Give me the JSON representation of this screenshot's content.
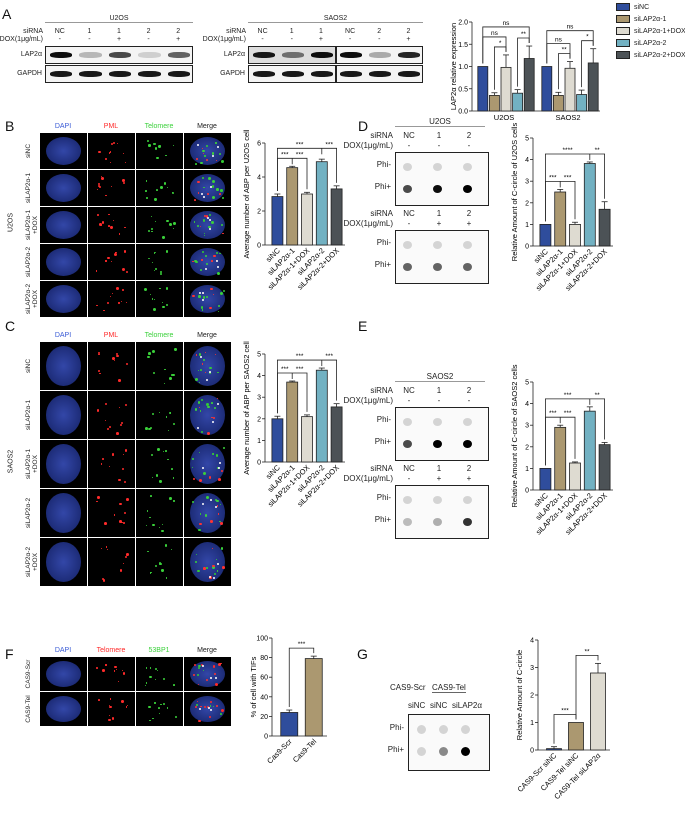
{
  "panels": {
    "A": "A",
    "B": "B",
    "C": "C",
    "D": "D",
    "E": "E",
    "F": "F",
    "G": "G"
  },
  "colors": {
    "siNC": "#2f4d9c",
    "siLAP2a1": "#ab9870",
    "siLAP2a1DOX": "#dedbd1",
    "siLAP2a2": "#72b1c2",
    "siLAP2a2DOX": "#4c5256"
  },
  "panelA": {
    "u2os": {
      "title": "U2OS",
      "sirna_label": "siRNA",
      "dox_label": "DOX(1μg/mL)",
      "sirna": [
        "NC",
        "1",
        "1",
        "2",
        "2"
      ],
      "dox": [
        "-",
        "-",
        "+",
        "-",
        "+"
      ],
      "rows": [
        "LAP2α",
        "GAPDH"
      ]
    },
    "saos2": {
      "title": "SAOS2",
      "sirna_label": "siRNA",
      "dox_label": "DOX(1μg/mL)",
      "sirna": [
        "NC",
        "1",
        "1",
        "NC",
        "2",
        "2"
      ],
      "dox": [
        "-",
        "-",
        "+",
        "-",
        "-",
        "+"
      ],
      "rows": [
        "LAP2α",
        "GAPDH"
      ]
    }
  },
  "legend": [
    "siNC",
    "siLAP2α-1",
    "siLAP2α-1+DOX",
    "siLAP2α-2",
    "siLAP2α-2+DOX"
  ],
  "micro": {
    "B": {
      "cols": [
        "DAPI",
        "PML",
        "Telomere",
        "Merge"
      ],
      "rows": [
        "siNC",
        "siLAP2α-1",
        "siLAP2α-1\n+DOX",
        "siLAP2α-2",
        "siLAP2α-2\n+DOX"
      ],
      "cell_line": "U2OS"
    },
    "C": {
      "cols": [
        "DAPI",
        "PML",
        "Telomere",
        "Merge"
      ],
      "rows": [
        "siNC",
        "siLAP2α-1",
        "siLAP2α-1\n+DOX",
        "siLAP2α-2",
        "siLAP2α-2\n+DOX"
      ],
      "cell_line": "SAOS2"
    },
    "F": {
      "cols": [
        "DAPI",
        "Telomere",
        "53BP1",
        "Merge"
      ],
      "rows": [
        "CAS9-Scr",
        "CAS9-Tel"
      ]
    }
  },
  "dotblots": {
    "D": {
      "title": "U2OS",
      "sirna_label": "siRNA",
      "dox_label": "DOX(1μg/mL)",
      "top": {
        "sirna": [
          "NC",
          "1",
          "2"
        ],
        "dox": [
          "-",
          "-",
          "-"
        ]
      },
      "bottom": {
        "sirna": [
          "NC",
          "1",
          "2"
        ],
        "dox": [
          "-",
          "+",
          "+"
        ]
      },
      "rows": [
        "Phi-",
        "Phi+"
      ]
    },
    "E": {
      "title": "SAOS2",
      "sirna_label": "siRNA",
      "dox_label": "DOX(1μg/mL)",
      "top": {
        "sirna": [
          "NC",
          "1",
          "2"
        ],
        "dox": [
          "-",
          "-",
          "-"
        ]
      },
      "bottom": {
        "sirna": [
          "NC",
          "1",
          "2"
        ],
        "dox": [
          "-",
          "+",
          "+"
        ]
      },
      "rows": [
        "Phi-",
        "Phi+"
      ]
    },
    "G": {
      "group1": "CAS9-Scr",
      "group2": "CAS9-Tel",
      "lanes": [
        "siNC",
        "siNC",
        "siLAP2α"
      ],
      "rows": [
        "Phi-",
        "Phi+"
      ]
    }
  },
  "chart_data": [
    {
      "id": "A",
      "type": "bar",
      "ylabel": "LAP2α relative expression",
      "ylim": [
        0,
        2
      ],
      "ticks": [
        "0.0",
        "0.5",
        "1.0",
        "1.5",
        "2.0"
      ],
      "groups": [
        "U2OS",
        "SAOS2"
      ],
      "series_names": [
        "siNC",
        "siLAP2α-1",
        "siLAP2α-1+DOX",
        "siLAP2α-2",
        "siLAP2α-2+DOX"
      ],
      "values": [
        [
          1.0,
          0.35,
          0.98,
          0.4,
          1.18
        ],
        [
          1.0,
          0.35,
          0.96,
          0.37,
          1.08
        ]
      ],
      "errors": [
        [
          0,
          0.06,
          0.28,
          0.08,
          0.28
        ],
        [
          0,
          0.07,
          0.15,
          0.1,
          0.32
        ]
      ],
      "significance": [
        [
          {
            "from": 0,
            "to": 4,
            "labels": [
              "ns"
            ]
          },
          {
            "from": 0,
            "to": 2,
            "labels": [
              "ns"
            ]
          },
          {
            "from": 1,
            "to": 2,
            "labels": [
              "*"
            ]
          },
          {
            "from": 3,
            "to": 4,
            "labels": [
              "**"
            ]
          }
        ],
        [
          {
            "from": 0,
            "to": 4,
            "labels": [
              "ns"
            ]
          },
          {
            "from": 0,
            "to": 2,
            "labels": [
              "ns"
            ]
          },
          {
            "from": 1,
            "to": 2,
            "labels": [
              "**"
            ]
          },
          {
            "from": 3,
            "to": 4,
            "labels": [
              "*"
            ]
          }
        ]
      ]
    },
    {
      "id": "B",
      "type": "bar",
      "ylabel": "Average number of ABP per U2OS cell",
      "ylim": [
        0,
        6
      ],
      "ticks": [
        "0",
        "2",
        "4",
        "6"
      ],
      "categories": [
        "siNC",
        "siLAP2α-1",
        "siLAP2α-1+DOX",
        "siLAP2α-2",
        "siLAP2α-2+DOX"
      ],
      "values": [
        2.85,
        4.55,
        3.0,
        4.9,
        3.3
      ],
      "errors": [
        0.15,
        0.08,
        0.1,
        0.15,
        0.18
      ],
      "significance": [
        {
          "from": 0,
          "mid": 1,
          "to": 2,
          "labels": [
            "***",
            "***"
          ]
        },
        {
          "from": 0,
          "mid": 3,
          "to": 4,
          "labels": [
            "***",
            "***"
          ]
        }
      ]
    },
    {
      "id": "D",
      "type": "bar",
      "ylabel": "Relative Amount of C-circle of U2OS cells",
      "ylim": [
        0,
        5
      ],
      "ticks": [
        "0",
        "1",
        "2",
        "3",
        "4",
        "5"
      ],
      "categories": [
        "siNC",
        "siLAP2α-1",
        "siLAP2α-1+DOX",
        "siLAP2α-2",
        "siLAP2α-2+DOX"
      ],
      "values": [
        1.0,
        2.5,
        1.0,
        3.82,
        1.7
      ],
      "errors": [
        0,
        0.12,
        0.1,
        0.07,
        0.35
      ],
      "significance": [
        {
          "from": 0,
          "mid": 1,
          "to": 2,
          "labels": [
            "***",
            "***"
          ]
        },
        {
          "from": 0,
          "mid": 3,
          "to": 4,
          "labels": [
            "****",
            "**"
          ]
        }
      ]
    },
    {
      "id": "C",
      "type": "bar",
      "ylabel": "Average number of ABP per SAOS2 cell",
      "ylim": [
        0,
        5
      ],
      "ticks": [
        "0",
        "1",
        "2",
        "3",
        "4",
        "5"
      ],
      "categories": [
        "siNC",
        "siLAP2α-1",
        "siLAP2α-1+DOX",
        "siLAP2α-2",
        "siLAP2α-2+DOX"
      ],
      "values": [
        2.0,
        3.7,
        2.1,
        4.25,
        2.55
      ],
      "errors": [
        0.12,
        0.05,
        0.08,
        0.1,
        0.15
      ],
      "significance": [
        {
          "from": 0,
          "mid": 1,
          "to": 2,
          "labels": [
            "***",
            "***"
          ]
        },
        {
          "from": 0,
          "mid": 3,
          "to": 4,
          "labels": [
            "***",
            "***"
          ]
        }
      ]
    },
    {
      "id": "E",
      "type": "bar",
      "ylabel": "Relative Amount of C-circle of SAOS2 cells",
      "ylim": [
        0,
        5
      ],
      "ticks": [
        "0",
        "1",
        "2",
        "3",
        "4",
        "5"
      ],
      "categories": [
        "siNC",
        "siLAP2α-1",
        "siLAP2α-1+DOX",
        "siLAP2α-2",
        "siLAP2α-2+DOX"
      ],
      "values": [
        1.0,
        2.9,
        1.25,
        3.65,
        2.1
      ],
      "errors": [
        0,
        0.1,
        0.05,
        0.2,
        0.1
      ],
      "significance": [
        {
          "from": 0,
          "mid": 1,
          "to": 2,
          "labels": [
            "***",
            "***"
          ]
        },
        {
          "from": 0,
          "mid": 3,
          "to": 4,
          "labels": [
            "***",
            "**"
          ]
        }
      ]
    },
    {
      "id": "F",
      "type": "bar",
      "ylabel": "% of cell with TIFs",
      "ylim": [
        0,
        100
      ],
      "ticks": [
        "0",
        "20",
        "40",
        "60",
        "80",
        "100"
      ],
      "categories": [
        "Cas9-Scr",
        "Cas9-Tel"
      ],
      "values": [
        24,
        79
      ],
      "errors": [
        2.5,
        2.5
      ],
      "significance": [
        {
          "from": 0,
          "to": 1,
          "labels": [
            "***"
          ]
        }
      ]
    },
    {
      "id": "G",
      "type": "bar",
      "ylabel": "Relative Amount of C-circle",
      "ylim": [
        0,
        4
      ],
      "ticks": [
        "0",
        "1",
        "2",
        "3",
        "4"
      ],
      "categories": [
        "CAS9-Scr siNC",
        "CAS9-Tel siNC",
        "CAS9-Tel siLAP2α"
      ],
      "values": [
        0.05,
        1.0,
        2.8
      ],
      "errors": [
        0.07,
        0,
        0.35
      ],
      "significance": [
        {
          "from": 0,
          "to": 1,
          "labels": [
            "***"
          ]
        },
        {
          "from": 1,
          "to": 2,
          "labels": [
            "**"
          ]
        }
      ]
    }
  ]
}
